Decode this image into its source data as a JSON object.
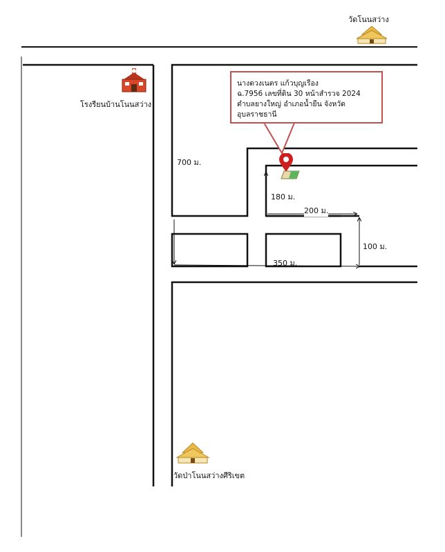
{
  "landmarks": {
    "temple_top": "วัดโนนสว่าง",
    "school": "โรงรียนบ้านโนนสว่าง",
    "temple_bottom": "วัดป่าโนนสว่างศีริเขต"
  },
  "callout": {
    "line1": "นางดวงเนตร แก้วบุญเรือง",
    "line2": "ฉ.7956 เลขที่ดิน 30 หน้าสำรวจ 2024",
    "line3": "ตำบลยางใหญ่ อำเภอน้ำยืน จังหวัด",
    "line4": "อุบลราชธานี"
  },
  "distances": {
    "d700": "700 ม.",
    "d180": "180 ม.",
    "d200": "200 ม.",
    "d100": "100 ม.",
    "d350": "350 ม."
  },
  "colors": {
    "pin": "#cc1f1f",
    "callout_border": "#c0504d",
    "road": "#111111",
    "temple_gold": "#e8b84a",
    "school_red": "#d9472b"
  },
  "icons": [
    "temple-icon",
    "school-icon",
    "location-pin-icon",
    "land-plot-icon"
  ]
}
